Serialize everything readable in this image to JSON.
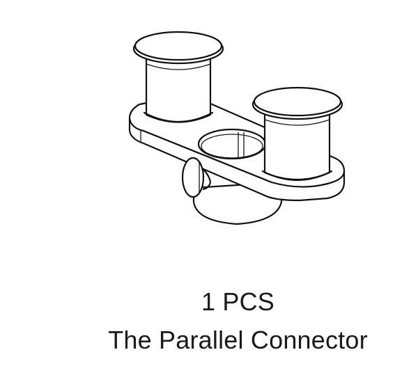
{
  "illustration": {
    "subject": "parallel-connector-drawing",
    "parts": [
      "left-cap",
      "left-post",
      "right-cap",
      "right-post",
      "base-plate",
      "center-hole",
      "thumb-screw",
      "lower-tube"
    ],
    "stroke_color": "#111111",
    "background_color": "#ffffff"
  },
  "caption": {
    "quantity": "1 PCS",
    "product_name": "The Parallel Connector"
  }
}
